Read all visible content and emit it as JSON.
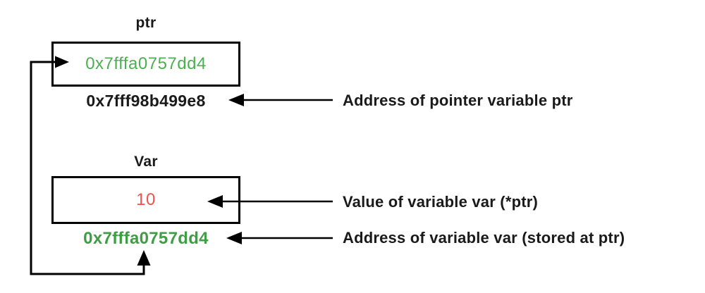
{
  "diagram": {
    "ptr": {
      "title": "ptr",
      "value": "0x7fffa0757dd4",
      "address": "0x7fff98b499e8"
    },
    "var": {
      "title": "Var",
      "value": "10",
      "address": "0x7fffa0757dd4"
    },
    "annotations": {
      "ptr_address": "Address of pointer variable ptr",
      "var_value": "Value of variable var (*ptr)",
      "var_address": "Address of variable var (stored at ptr)"
    },
    "colors": {
      "pointer_value_green": "#4CAF50",
      "address_green": "#3F9D44",
      "value_red": "#F4514D",
      "line_black": "#000000",
      "background": "#FFFFFF"
    }
  }
}
